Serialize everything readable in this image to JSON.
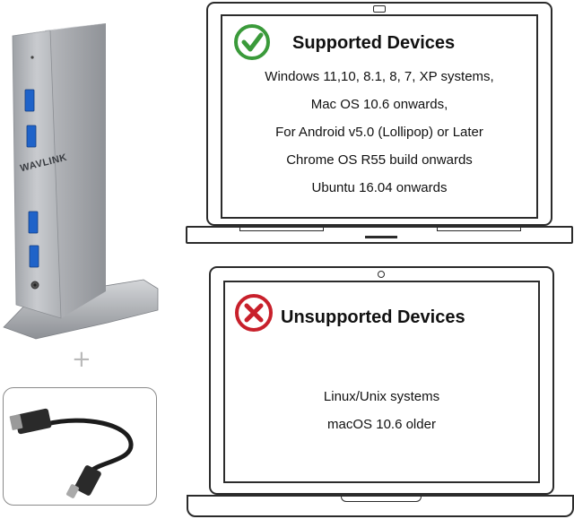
{
  "product": {
    "brand": "WAVLINK",
    "plus_sign": "+"
  },
  "supported": {
    "title": "Supported Devices",
    "icon": "check-circle-icon",
    "icon_color": "#3a9a3a",
    "items": [
      "Windows 11,10, 8.1, 8, 7, XP systems,",
      "Mac OS 10.6 onwards,",
      "For Android v5.0 (Lollipop) or Later",
      "Chrome OS R55 build onwards",
      "Ubuntu 16.04 onwards"
    ]
  },
  "unsupported": {
    "title": "Unsupported Devices",
    "icon": "x-circle-icon",
    "icon_color": "#c8202b",
    "items": [
      "Linux/Unix systems",
      "macOS 10.6 older"
    ]
  }
}
